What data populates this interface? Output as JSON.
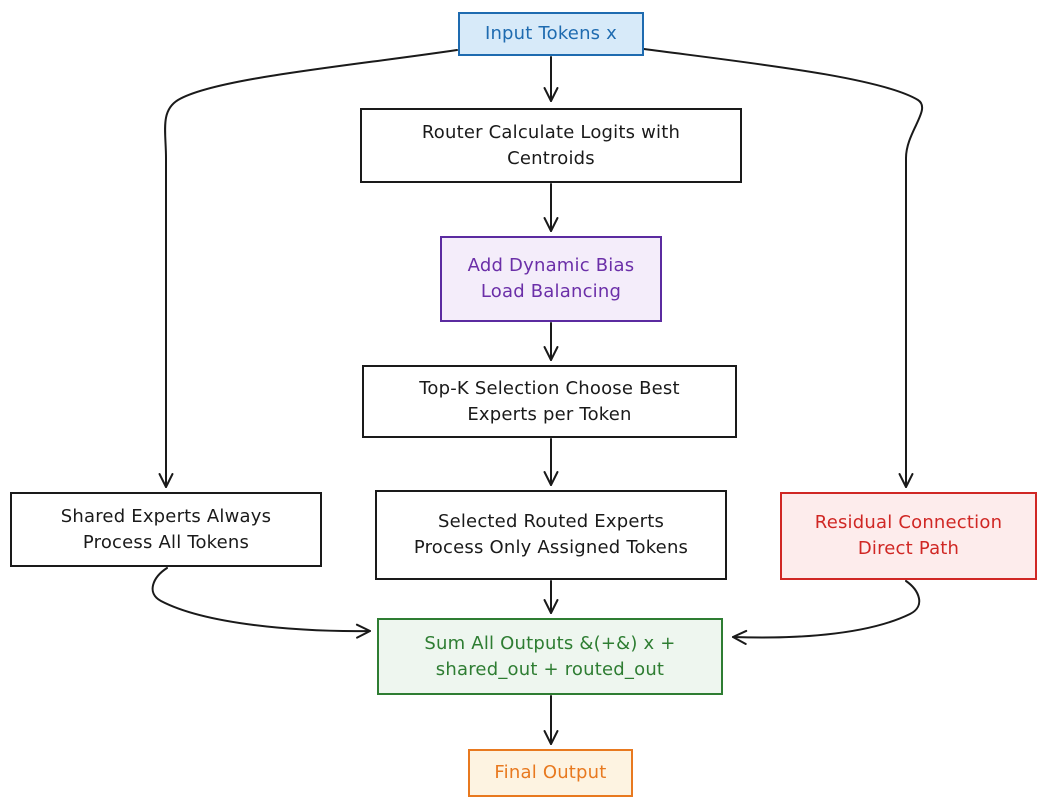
{
  "canvas": {
    "background_color": "#ffffff",
    "edge_color": "#1a1a1a"
  },
  "nodes": [
    {
      "id": "input-tokens",
      "label": "Input Tokens x",
      "border_color": "#1e6bb0",
      "fill_color": "#d7eaf9",
      "text_color": "#1e6bb0"
    },
    {
      "id": "router-logits",
      "label": "Router Calculate Logits with\nCentroids",
      "border_color": "#1a1a1a",
      "fill_color": "#ffffff",
      "text_color": "#1a1a1a"
    },
    {
      "id": "dynamic-bias",
      "label": "Add Dynamic Bias\nLoad Balancing",
      "border_color": "#5b2ba0",
      "fill_color": "#f4edfa",
      "text_color": "#6b2fa8"
    },
    {
      "id": "topk-selection",
      "label": "Top-K Selection Choose Best\nExperts per Token",
      "border_color": "#1a1a1a",
      "fill_color": "#ffffff",
      "text_color": "#1a1a1a"
    },
    {
      "id": "shared-experts",
      "label": "Shared Experts Always\nProcess All Tokens",
      "border_color": "#1a1a1a",
      "fill_color": "#ffffff",
      "text_color": "#1a1a1a"
    },
    {
      "id": "routed-experts",
      "label": "Selected Routed Experts\nProcess Only Assigned Tokens",
      "border_color": "#1a1a1a",
      "fill_color": "#ffffff",
      "text_color": "#1a1a1a"
    },
    {
      "id": "residual-connection",
      "label": "Residual Connection\nDirect Path",
      "border_color": "#d02724",
      "fill_color": "#fdecec",
      "text_color": "#d02724"
    },
    {
      "id": "sum-outputs",
      "label": "Sum All Outputs &(+&) x +\nshared_out + routed_out",
      "border_color": "#2e7d32",
      "fill_color": "#eef6ef",
      "text_color": "#2e7d32"
    },
    {
      "id": "final-output",
      "label": "Final Output",
      "border_color": "#e8791f",
      "fill_color": "#fdf3e1",
      "text_color": "#e8791f"
    }
  ],
  "edges": [
    {
      "from": "input-tokens",
      "to": "router-logits"
    },
    {
      "from": "input-tokens",
      "to": "shared-experts"
    },
    {
      "from": "input-tokens",
      "to": "residual-connection"
    },
    {
      "from": "router-logits",
      "to": "dynamic-bias"
    },
    {
      "from": "dynamic-bias",
      "to": "topk-selection"
    },
    {
      "from": "topk-selection",
      "to": "routed-experts"
    },
    {
      "from": "routed-experts",
      "to": "sum-outputs"
    },
    {
      "from": "shared-experts",
      "to": "sum-outputs"
    },
    {
      "from": "residual-connection",
      "to": "sum-outputs"
    },
    {
      "from": "sum-outputs",
      "to": "final-output"
    }
  ]
}
